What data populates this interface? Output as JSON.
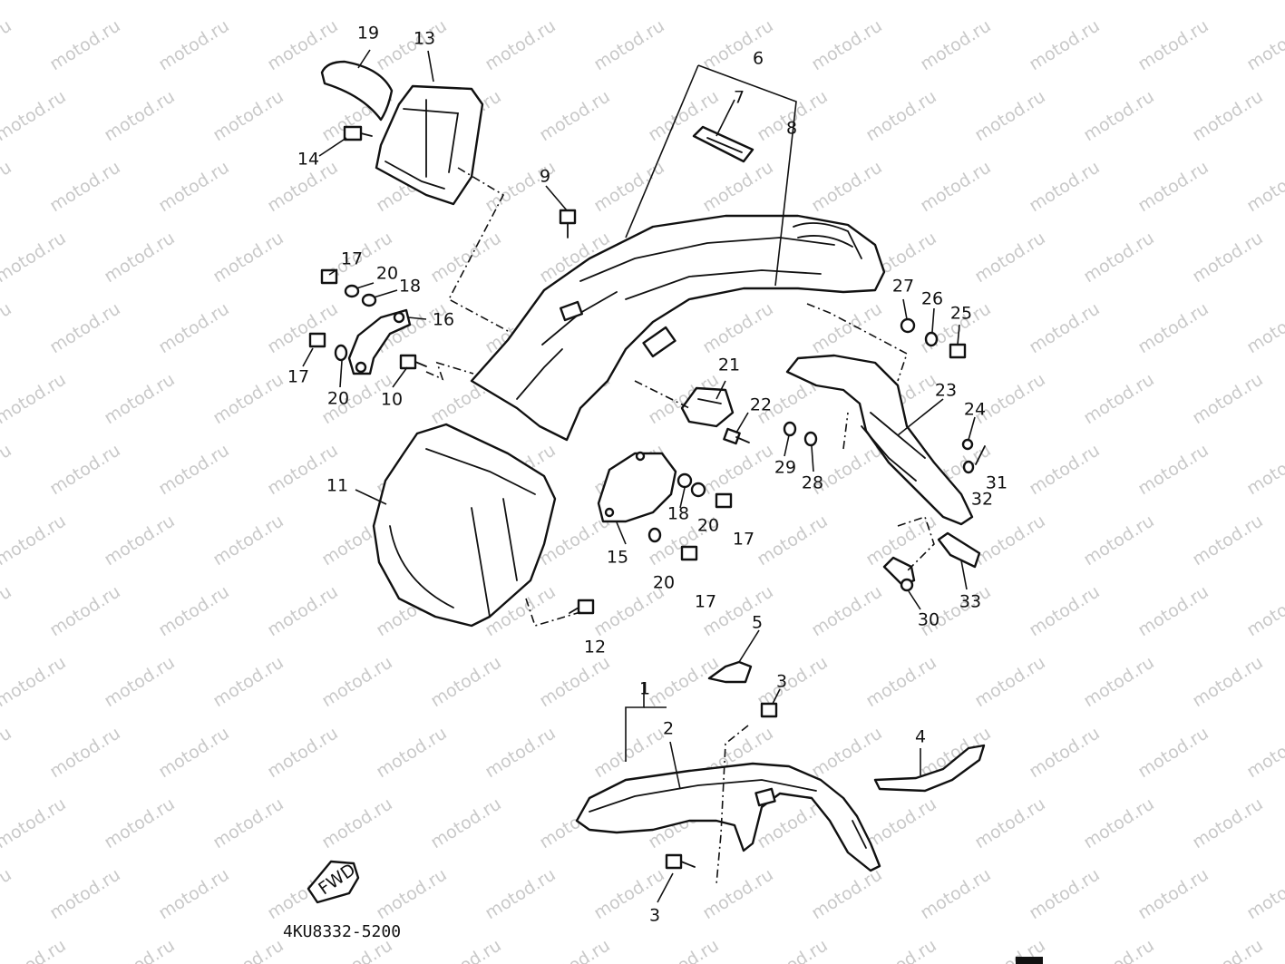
{
  "watermark": {
    "text": "motod.ru"
  },
  "drawing_code": "4KU8332-5200",
  "direction_arrow_label": "FWD",
  "callouts": [
    "1",
    "2",
    "3",
    "3",
    "4",
    "5",
    "6",
    "7",
    "8",
    "9",
    "10",
    "11",
    "12",
    "13",
    "14",
    "15",
    "16",
    "17",
    "17",
    "17",
    "17",
    "18",
    "18",
    "19",
    "20",
    "20",
    "20",
    "20",
    "21",
    "22",
    "23",
    "24",
    "25",
    "26",
    "27",
    "28",
    "29",
    "30",
    "31",
    "32",
    "33"
  ]
}
